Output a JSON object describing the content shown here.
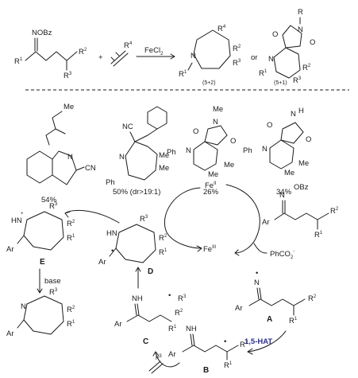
{
  "reaction": {
    "substrate": {
      "oxime": "NOBz",
      "r1": "R",
      "r1_sub": "1",
      "r2": "R",
      "r2_sub": "2",
      "r3": "R",
      "r3_sub": "3",
      "plus": "+"
    },
    "alkene": {
      "r4": "R",
      "r4_sub": "4"
    },
    "reagent": "FeCl",
    "reagent_sub": "2",
    "product_a": {
      "label": "(5+2)",
      "r1": "R",
      "r1_sub": "1",
      "r2": "R",
      "r2_sub": "2",
      "r3": "R",
      "r3_sub": "3",
      "r4": "R",
      "r4_sub": "4",
      "n": "N"
    },
    "or": "or",
    "product_b": {
      "label": "(5+1)",
      "r": "R",
      "r1": "R",
      "r1_sub": "1",
      "r2": "R",
      "r2_sub": "2",
      "r3": "R",
      "r3_sub": "3",
      "n_ring": "N",
      "n_imide": "N",
      "o_top": "O",
      "o_bottom": "O"
    }
  },
  "examples": [
    {
      "yield": "54%",
      "me": "Me",
      "cn": "CN",
      "n": "N"
    },
    {
      "yield": "50% (dr>19:1)",
      "nc": "NC",
      "ph": "Ph",
      "me1": "Me",
      "me2": "Me",
      "n": "N"
    },
    {
      "yield": "26%",
      "ph": "Ph",
      "me_n": "Me",
      "me1": "Me",
      "me2": "Me",
      "n1": "N",
      "n2": "N",
      "o1": "O",
      "o2": "O"
    },
    {
      "yield": "34%",
      "ph": "Ph",
      "nh": "H",
      "me1": "Me",
      "me2": "Me",
      "n1": "N",
      "n2": "N",
      "o1": "O",
      "o2": "O"
    }
  ],
  "mechanism": {
    "fe2": "Fe",
    "fe2_ox": "II",
    "fe3": "Fe",
    "fe3_ox": "III",
    "byproduct": "PhCO",
    "byproduct_sub": "2",
    "byproduct_sup": "-",
    "hat": "1,5-HAT",
    "base": "base",
    "labels": {
      "a": "A",
      "b": "B",
      "c": "C",
      "d": "D",
      "e": "E"
    },
    "ar": "Ar",
    "obz": "OBz",
    "n": "N",
    "nh": "NH",
    "hn": "HN",
    "h": "H",
    "plus_sign": "+",
    "r1": "R",
    "r2": "R",
    "r3": "R",
    "sub1": "1",
    "sub2": "2",
    "sub3": "3",
    "dot": "•"
  }
}
